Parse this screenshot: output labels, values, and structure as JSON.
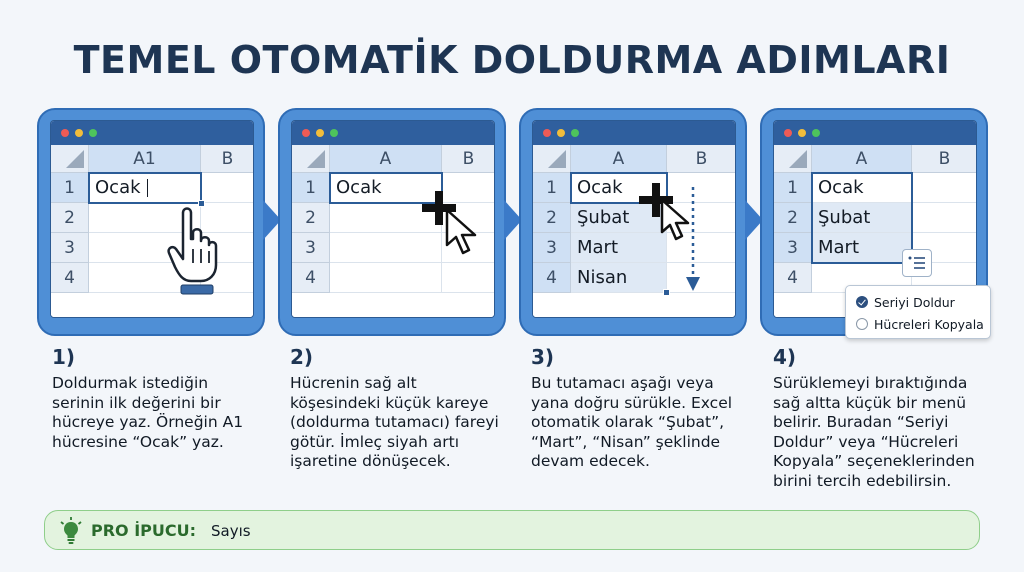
{
  "title": "TEMEL OTOMATİK DOLDURMA ADIMLARI",
  "columns": {
    "a": "A",
    "a1": "A1",
    "b": "B"
  },
  "rows": [
    "1",
    "2",
    "3",
    "4"
  ],
  "cells": {
    "ocak": "Ocak",
    "subat": "Şubat",
    "mart": "Mart",
    "nisan": "Nisan"
  },
  "steps": [
    {
      "number": "1)",
      "text": "Doldurmak istediğin serinin ilk değerini bir hücreye yaz. Örneğin A1 hücresine “Ocak” yaz."
    },
    {
      "number": "2)",
      "text": "Hücrenin sağ alt köşesindeki küçük kareye (doldurma tutamacı) fareyi götür. İmleç siyah artı işaretine dönüşecek."
    },
    {
      "number": "3)",
      "text": "Bu tutamacı aşağı veya yana doğru sürükle. Excel otomatik olarak “Şubat”, “Mart”, “Nisan” şeklinde devam edecek."
    },
    {
      "number": "4)",
      "text": "Sürüklemeyi bıraktığında sağ altta küçük bir menü belirir. Buradan “Seriyi Doldur” veya “Hücreleri Kopyala” seçeneklerinden birini tercih edebilirsin."
    }
  ],
  "autofill_menu": {
    "option_fill": "Seriyi Doldur",
    "option_copy": "Hücreleri Kopyala",
    "selected": "Seriyi Doldur"
  },
  "pro_tip": {
    "label": "PRO İPUCU:",
    "text": "Sayıs"
  },
  "colors": {
    "panel": "#4f8fd6",
    "titlebar": "#2f5f9e",
    "selection": "#2b5c97",
    "tip_bg": "#e3f3df"
  },
  "icons": [
    "hand-pointer-icon",
    "crosshair-plus-icon",
    "arrow-cursor-icon",
    "dotted-down-arrow-icon",
    "autofill-options-icon",
    "lightbulb-icon"
  ]
}
